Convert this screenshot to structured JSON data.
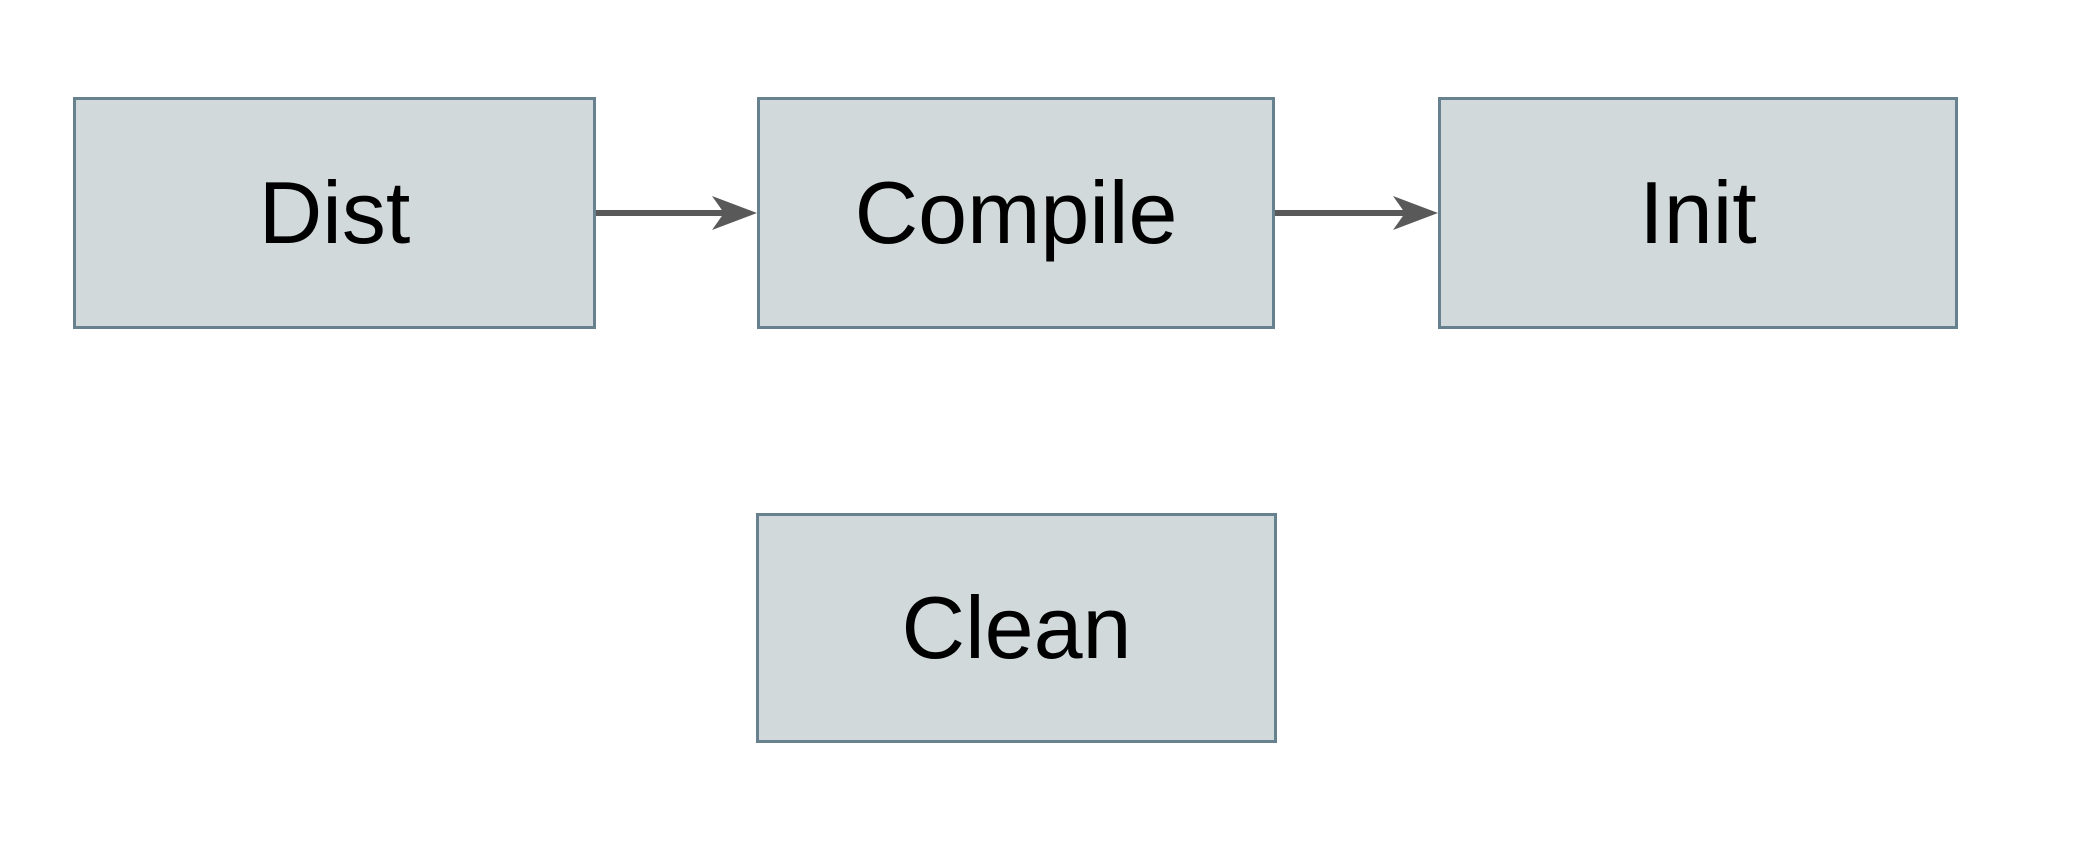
{
  "diagram": {
    "background_color": "#ffffff",
    "nodes": [
      {
        "id": "dist",
        "label": "Dist"
      },
      {
        "id": "compile",
        "label": "Compile"
      },
      {
        "id": "init",
        "label": "Init"
      },
      {
        "id": "clean",
        "label": "Clean"
      }
    ],
    "edges": [
      {
        "from": "dist",
        "to": "compile",
        "style": "arrow"
      },
      {
        "from": "compile",
        "to": "init",
        "style": "arrow"
      }
    ],
    "colors": {
      "node_fill": "#d2d9db",
      "node_border": "#67818e",
      "arrow": "#595959",
      "text": "#000000"
    }
  }
}
